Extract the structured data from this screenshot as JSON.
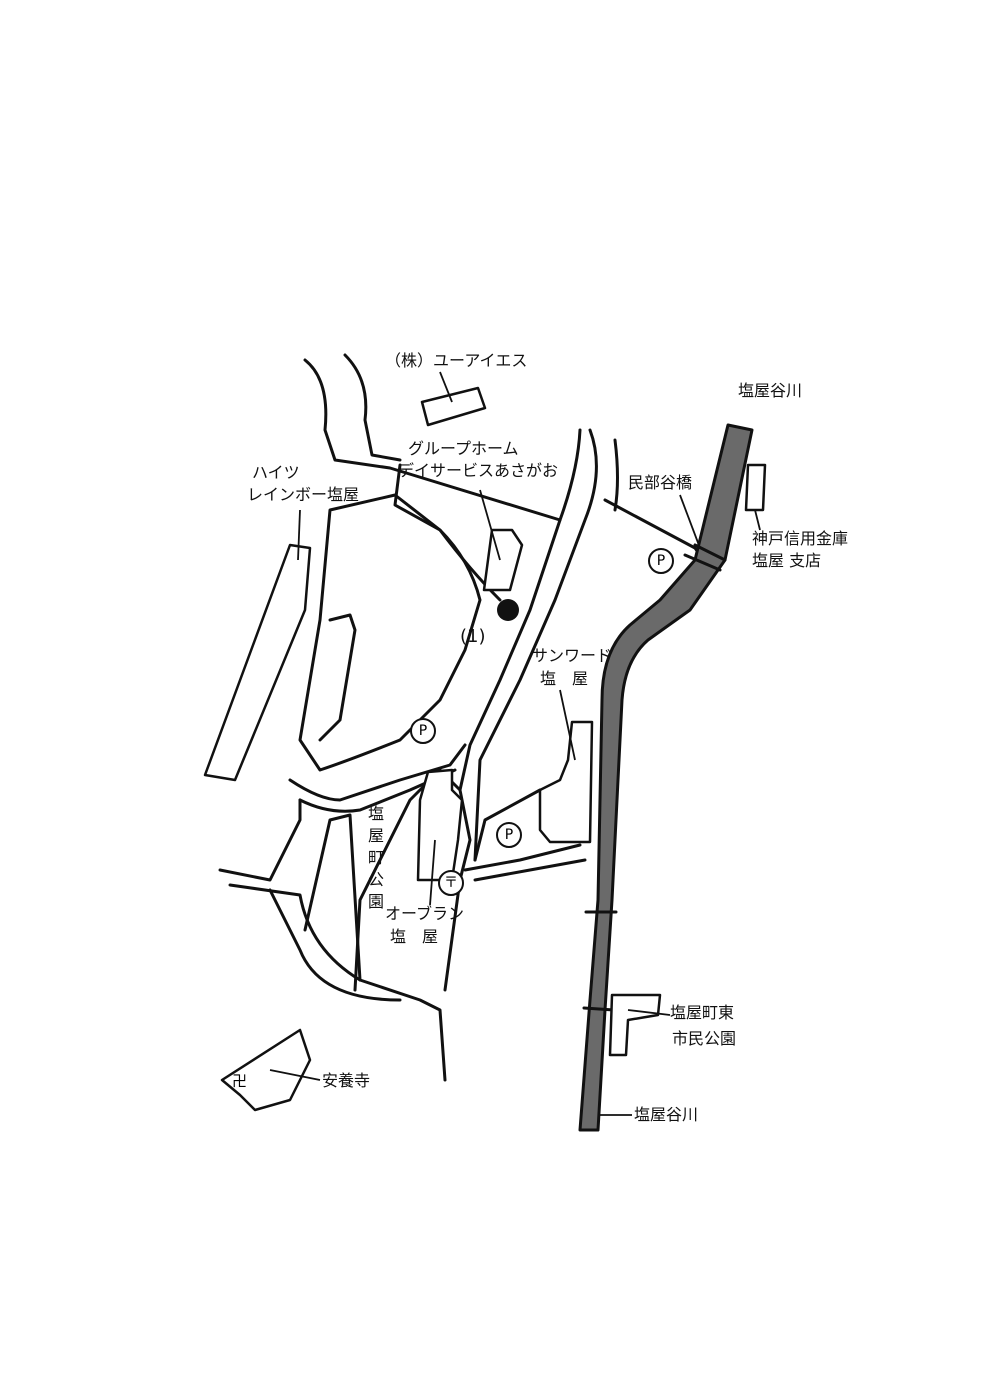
{
  "labels": {
    "uais": "（株）ユーアイエス",
    "grouphome_line1": "グループホーム",
    "grouphome_line2": "デイサービスあさがお",
    "haitsu_line1": "ハイツ",
    "haitsu_line2": "レインボー塩屋",
    "route": "(1)",
    "sunward_line1": "サンワード",
    "sunward_line2": "塩　屋",
    "park_shioya": "塩屋町公園",
    "ogran_line1": "オーブラン",
    "ogran_line2": "塩　屋",
    "anyoji": "安養寺",
    "river_top": "塩屋谷川",
    "river_bottom": "塩屋谷川",
    "minbu_bridge": "民部谷橋",
    "shinkin_line1": "神戸信用金庫",
    "shinkin_line2": "塩屋 支店",
    "park_east_line1": "塩屋町東",
    "park_east_line2": "市民公園"
  },
  "symbols": {
    "parking": "P",
    "post_office": "〒",
    "temple": "卍"
  },
  "colors": {
    "ink": "#111111",
    "river_fill": "#6a6a6a",
    "marker": "#111111"
  }
}
